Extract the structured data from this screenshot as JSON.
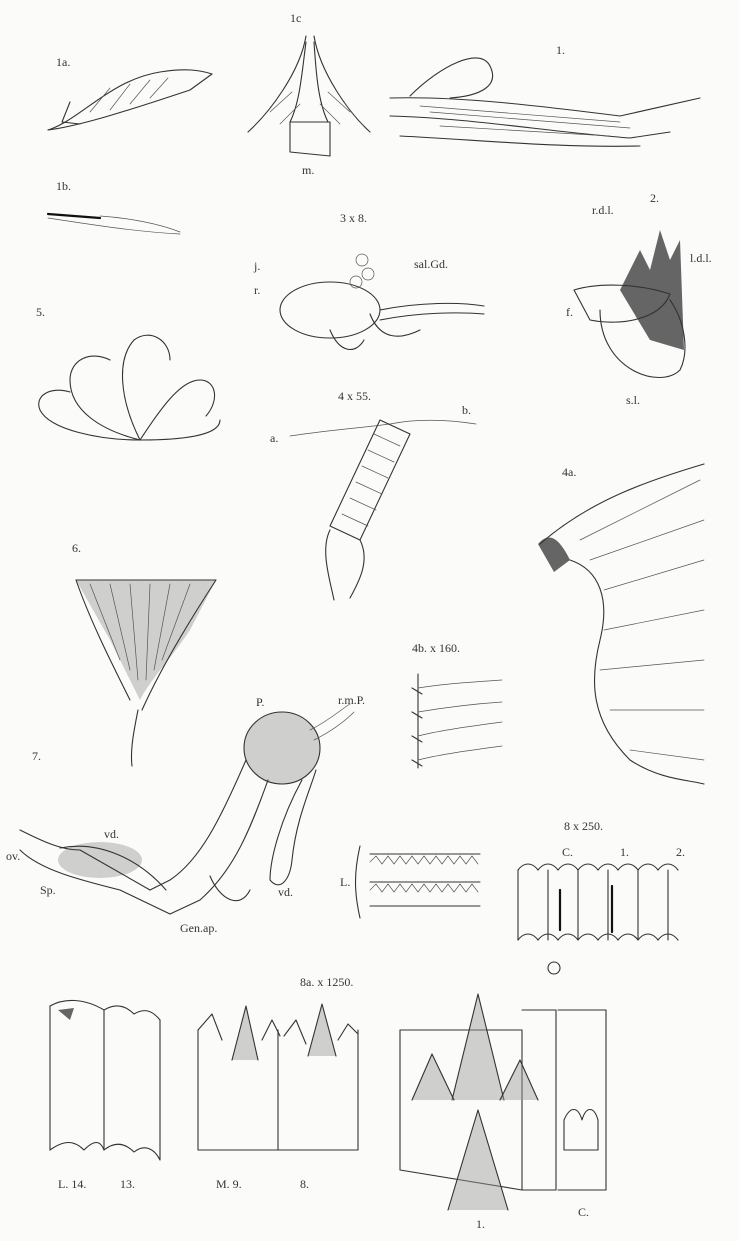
{
  "plate": {
    "header_fragment": "",
    "figures": [
      {
        "id": "fig-1",
        "label": "1."
      },
      {
        "id": "fig-1a",
        "label": "1a."
      },
      {
        "id": "fig-1b",
        "label": "1b."
      },
      {
        "id": "fig-1c",
        "label": "1c",
        "part_labels": [
          "m."
        ]
      },
      {
        "id": "fig-2",
        "label": "2.",
        "part_labels": [
          "r.d.l.",
          "l.d.l.",
          "f.",
          "s.l."
        ]
      },
      {
        "id": "fig-3",
        "label": "3 x 8.",
        "part_labels": [
          "j.",
          "r.",
          "sal.Gd."
        ]
      },
      {
        "id": "fig-4",
        "label": "4 x 55.",
        "part_labels": [
          "a.",
          "b."
        ]
      },
      {
        "id": "fig-4a",
        "label": "4a."
      },
      {
        "id": "fig-4b",
        "label": "4b. x 160."
      },
      {
        "id": "fig-5",
        "label": "5."
      },
      {
        "id": "fig-6",
        "label": "6."
      },
      {
        "id": "fig-7",
        "label": "7.",
        "part_labels": [
          "P.",
          "r.m.P.",
          "ov.",
          "vd.",
          "Sp.",
          "vd.",
          "Gen.ap."
        ]
      },
      {
        "id": "fig-8",
        "label": "8 x 250.",
        "part_labels": [
          "C.",
          "1.",
          "2.",
          "L."
        ]
      },
      {
        "id": "fig-8a",
        "label": "8a. x 1250.",
        "part_labels": [
          "L. 14.",
          "13.",
          "M. 9.",
          "8.",
          "1.",
          "C."
        ]
      }
    ]
  }
}
